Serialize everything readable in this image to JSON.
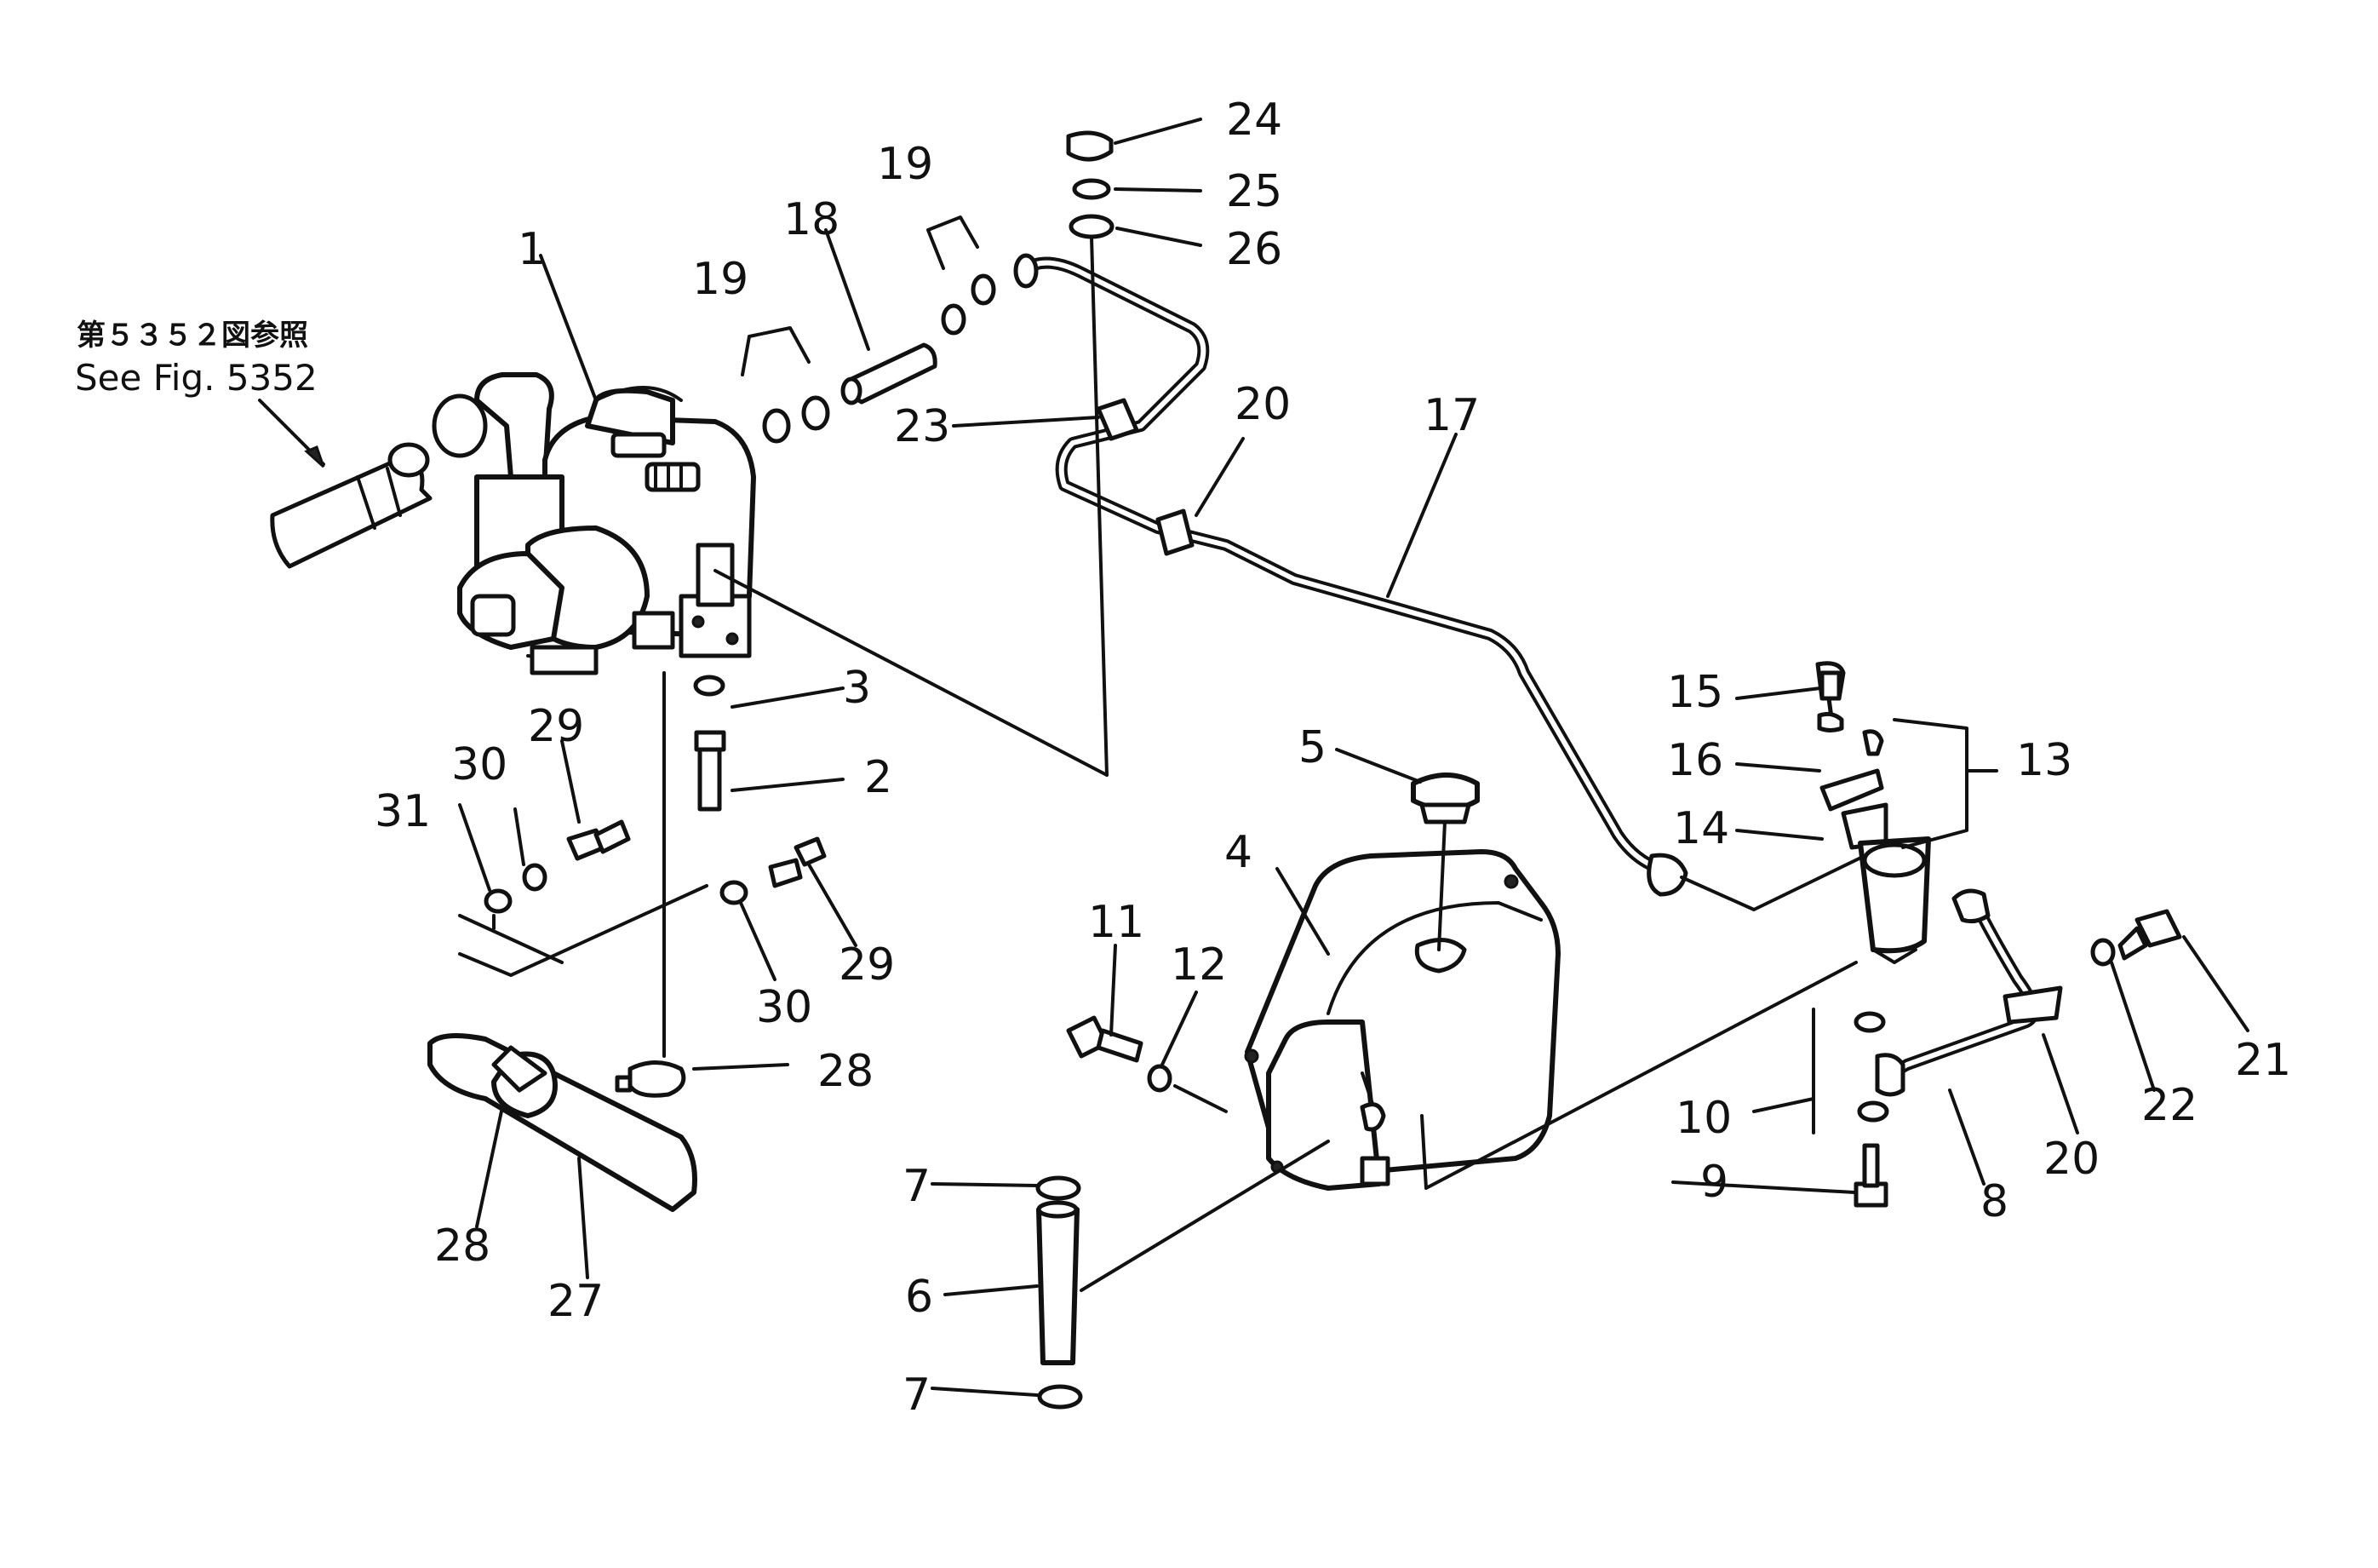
{
  "reference_note": {
    "line1": "第５３５２図参照",
    "line2": "See Fig. 5352"
  },
  "part_labels": {
    "p1": "1",
    "p2": "2",
    "p3": "3",
    "p4": "4",
    "p5": "5",
    "p6": "6",
    "p7a": "7",
    "p7b": "7",
    "p8": "8",
    "p9": "9",
    "p10": "10",
    "p11": "11",
    "p12": "12",
    "p13": "13",
    "p14": "14",
    "p15": "15",
    "p16": "16",
    "p17": "17",
    "p18": "18",
    "p19a": "19",
    "p19b": "19",
    "p20a": "20",
    "p20b": "20",
    "p21": "21",
    "p22": "22",
    "p23": "23",
    "p24": "24",
    "p25": "25",
    "p26": "26",
    "p27": "27",
    "p28a": "28",
    "p28b": "28",
    "p29a": "29",
    "p29b": "29",
    "p30a": "30",
    "p30b": "30",
    "p31": "31"
  }
}
